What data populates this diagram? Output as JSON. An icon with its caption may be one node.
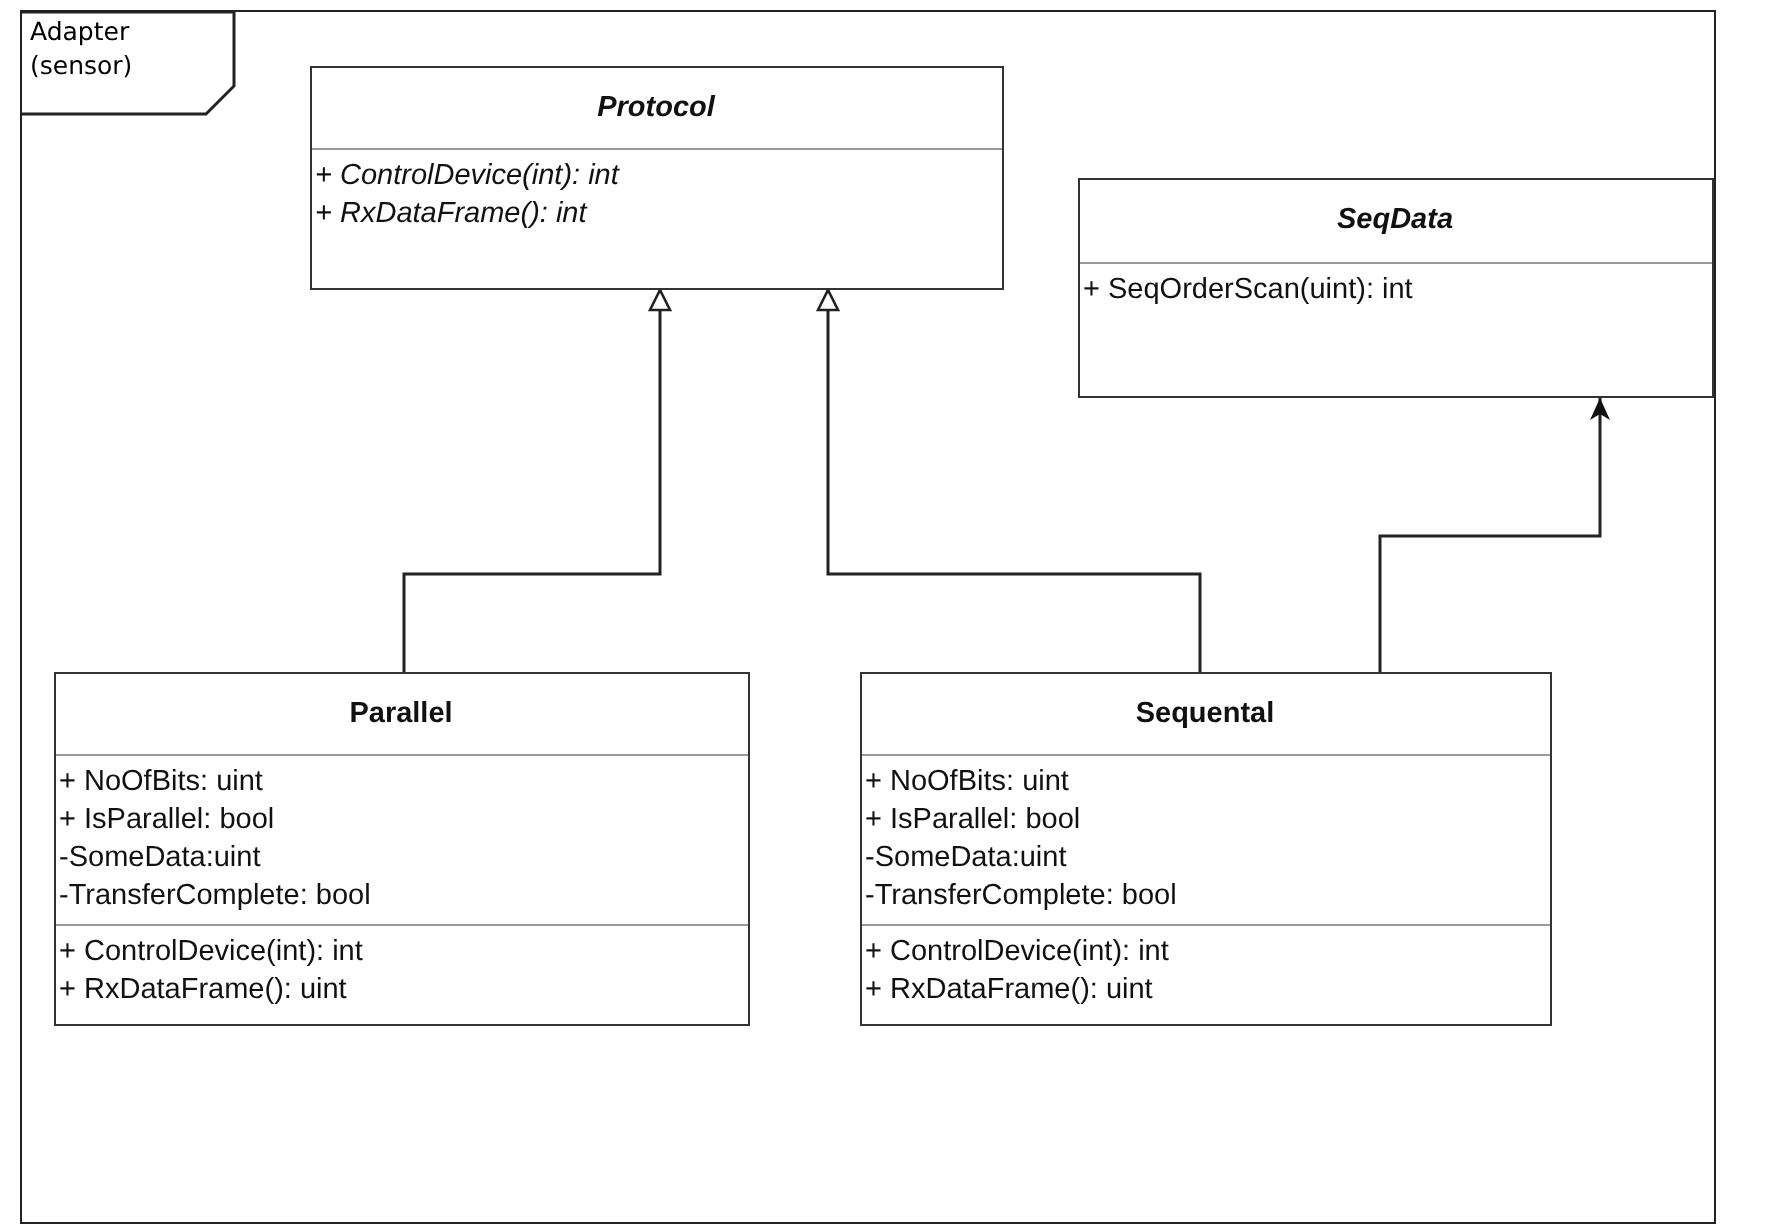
{
  "diagram": {
    "nodes": [
      {
        "text": [
          "Adapter (sensor)"
        ]
      },
      {
        "text": [
          "Protocol",
          "+ ControlDevice(int): int",
          "+ RxDataFrame(): int"
        ],
        "in": 0
      },
      {
        "text": [
          "SeqData",
          "+ SeqOrderScan(uint): int"
        ],
        "in": 0
      },
      {
        "text": [
          "Parallel",
          "+ NoOfBits: uint",
          "+ IsParallel: bool",
          "-SomeData:uint",
          "-TransferComplete: bool",
          "+ ControlDevice(int): int",
          "+ RxDataFrame(): uint"
        ],
        "in": 0
      },
      {
        "text": [
          "Sequental",
          "+ NoOfBits: uint",
          "+ IsParallel: bool",
          "-SomeData:uint",
          "-TransferComplete: bool",
          "+ ControlDevice(int): int",
          "+ RxDataFrame(): uint"
        ],
        "in": 0
      }
    ],
    "edges": [
      {
        "from": 3,
        "to": 1,
        "arrow": "to"
      },
      {
        "from": 4,
        "to": 1,
        "arrow": "to"
      },
      {
        "from": 4,
        "to": 2,
        "arrow": "to"
      }
    ]
  }
}
